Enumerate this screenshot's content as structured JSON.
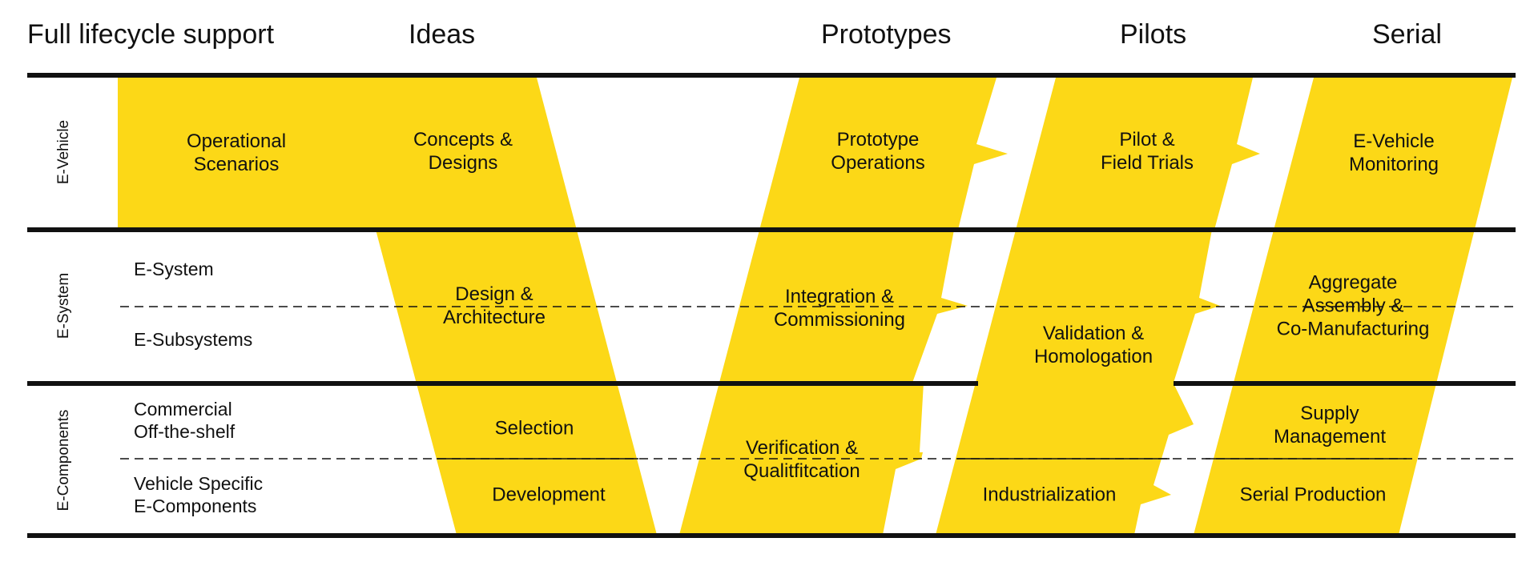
{
  "colors": {
    "accent": "#FCD817",
    "line": "#111111",
    "background": "#ffffff"
  },
  "header": {
    "title": "Full lifecycle support",
    "phases": [
      "Ideas",
      "Prototypes",
      "Pilots",
      "Serial"
    ]
  },
  "rows": {
    "vehicle": "E-Vehicle",
    "system": "E-System",
    "components": "E-Components"
  },
  "sublabels": {
    "system": "E-System",
    "subsystems": "E-Subsystems",
    "cots": "Commercial\nOff-the-shelf",
    "vehicle_specific": "Vehicle Specific\nE-Components"
  },
  "boxes": {
    "operational_scenarios": "Operational\nScenarios",
    "concepts_designs": "Concepts &\nDesigns",
    "design_architecture": "Design &\nArchitecture",
    "selection": "Selection",
    "development": "Development",
    "prototype_operations": "Prototype\nOperations",
    "integration_commissioning": "Integration &\nCommissioning",
    "verification_qualification": "Verification &\nQualitfitcation",
    "pilot_field_trials": "Pilot &\nField Trials",
    "validation_homologation": "Validation &\nHomologation",
    "industrialization": "Industrialization",
    "e_vehicle_monitoring": "E-Vehicle\nMonitoring",
    "aggregate_assembly": "Aggregate\nAssembly &\nCo-Manufacturing",
    "supply_management": "Supply\nManagement",
    "serial_production": "Serial Production"
  }
}
